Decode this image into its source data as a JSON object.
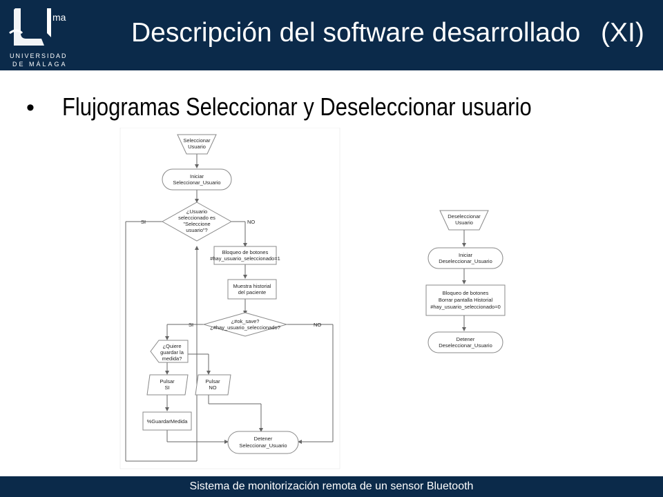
{
  "header": {
    "logo": {
      "mark": "ma",
      "line1": "UNIVERSIDAD",
      "line2": "DE MÁLAGA"
    },
    "title": "Descripción del software desarrollado",
    "title_suffix": "(XI)"
  },
  "content": {
    "bullet": "Flujogramas Seleccionar y Deseleccionar usuario"
  },
  "flowchart_select": {
    "start": [
      "Seleccionar",
      "Usuario"
    ],
    "init": [
      "Iniciar",
      "Seleccionar_Usuario"
    ],
    "decision1": [
      "¿Usuario",
      "seleccionado es",
      "\"Seleccione",
      "usuario\"?"
    ],
    "decision1_yes": "SI",
    "decision1_no": "NO",
    "block_buttons": [
      "Bloqueo de botones",
      "#hay_usuario_seleccionado=1"
    ],
    "show_history": [
      "Muestra historial",
      "del paciente"
    ],
    "decision2": [
      "¿#ok_save?",
      "¿#hay_usuario_seleccionado?"
    ],
    "decision2_yes": "SI",
    "decision2_no": "NO",
    "decision3": [
      "¿Quiere",
      "guardar la",
      "medida?"
    ],
    "press_yes": [
      "Pulsar",
      "SI"
    ],
    "press_no": [
      "Pulsar",
      "NO"
    ],
    "save_measure": "%GuardarMedida",
    "stop": [
      "Detener",
      "Seleccionar_Usuario"
    ]
  },
  "flowchart_deselect": {
    "start": [
      "Deseleccionar",
      "Usuario"
    ],
    "init": [
      "Iniciar",
      "Deseleccionar_Usuario"
    ],
    "block": [
      "Bloqueo de botones",
      "Borrar pantalla Historial",
      "#hay_usuario_seleccionado=0"
    ],
    "stop": [
      "Detener",
      "Deseleccionar_Usuario"
    ]
  },
  "footer": {
    "text": "Sistema de monitorización remota de un sensor Bluetooth"
  },
  "colors": {
    "header_bg": "#0b2a4a",
    "text_white": "#ffffff",
    "node_stroke": "#666666"
  }
}
